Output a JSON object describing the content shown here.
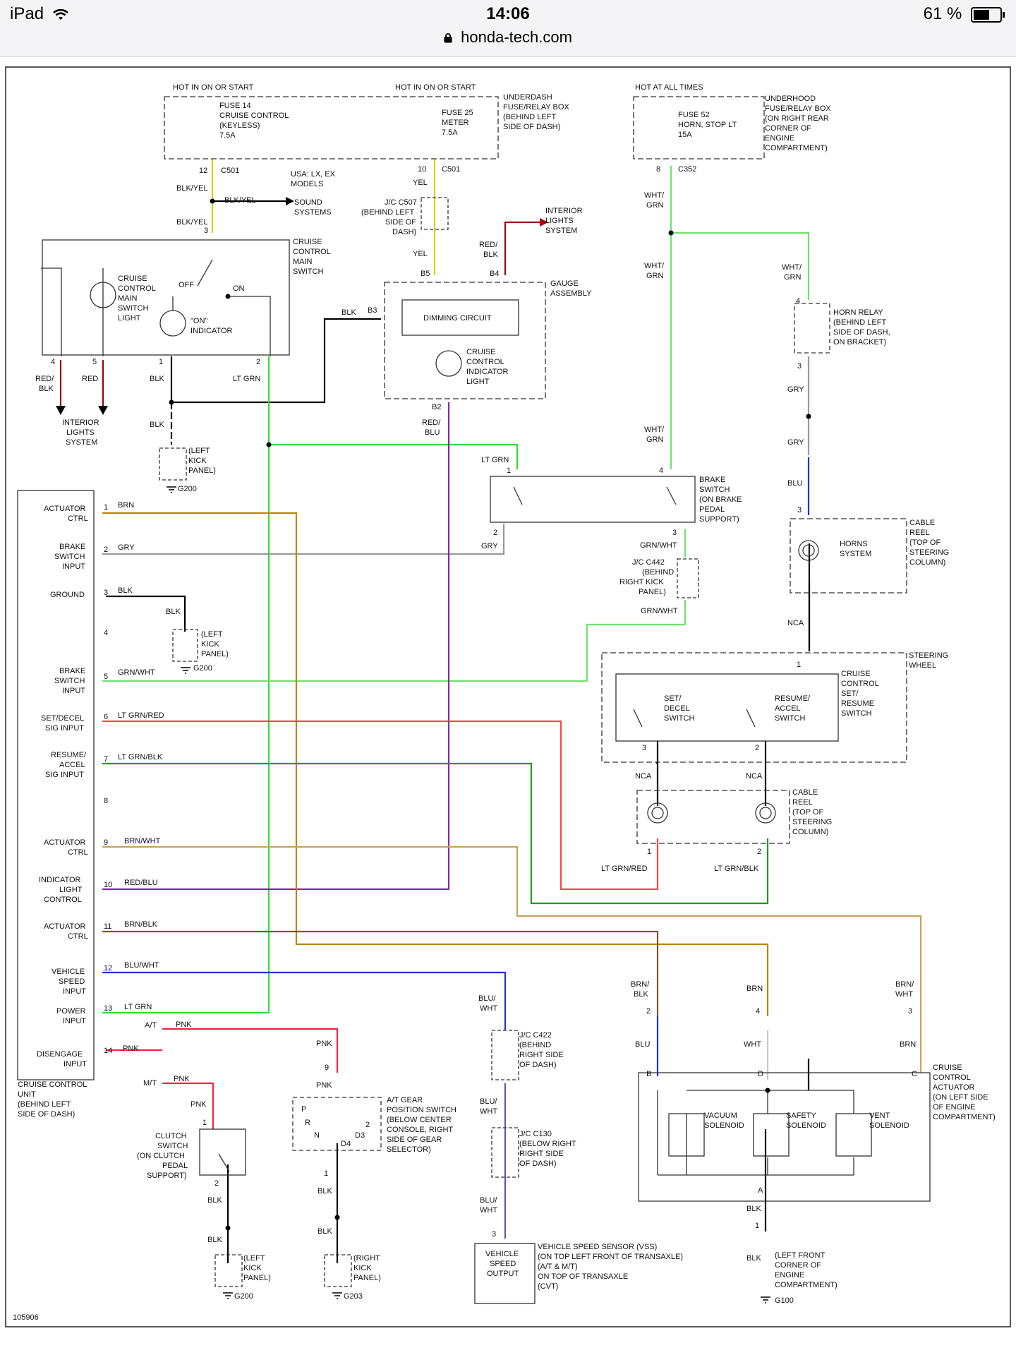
{
  "status_bar": {
    "device": "iPad",
    "time": "14:06",
    "url": "honda-tech.com",
    "battery": "61 %",
    "battery_level": 0.61
  },
  "diagram": {
    "figure_id": "105906",
    "hot_in_on_or_start": "HOT IN ON OR START",
    "hot_at_all_times": "HOT AT ALL TIMES",
    "fuse14": [
      "FUSE 14",
      "CRUISE CONTROL",
      "(KEYLESS)",
      "7.5A"
    ],
    "fuse25": [
      "FUSE 25",
      "METER",
      "7.5A"
    ],
    "underdash_box": [
      "UNDERDASH",
      "FUSE/RELAY BOX",
      "(BEHIND LEFT",
      "SIDE OF DASH)"
    ],
    "fuse52": [
      "FUSE 52",
      "HORN, STOP LT",
      "15A"
    ],
    "underhood_box": [
      "UNDERHOOD",
      "FUSE/RELAY BOX",
      "(ON RIGHT REAR",
      "CORNER OF",
      "ENGINE",
      "COMPARTMENT)"
    ],
    "pins": {
      "p12": "12",
      "p10": "10",
      "p8": "8",
      "p3": "3",
      "p4": "4",
      "p5": "5",
      "p1": "1",
      "p2": "2",
      "p6": "6",
      "p7": "7",
      "p9": "9",
      "p11": "11",
      "p13": "13",
      "p14": "14",
      "b3": "B3",
      "b4": "B4",
      "b5": "B5",
      "b2": "B2",
      "pa": "A",
      "pb": "B",
      "pc": "C",
      "pd": "D"
    },
    "connectors": {
      "c501": "C501",
      "c352": "C352",
      "g200": "G200",
      "g203": "G203",
      "g100": "G100",
      "usa_models": [
        "USA: LX, EX",
        "MODELS"
      ],
      "sound_systems": [
        "SOUND",
        "SYSTEMS"
      ],
      "interior_lights": [
        "INTERIOR",
        "LIGHTS",
        "SYSTEM"
      ],
      "jc_c507": [
        "J/C C507",
        "(BEHIND LEFT",
        "SIDE OF",
        "DASH)"
      ],
      "jc_c442": [
        "J/C C442",
        "(BEHIND",
        "RIGHT KICK",
        "PANEL)"
      ],
      "jc_c422": [
        "J/C C422",
        "(BEHIND",
        "RIGHT SIDE",
        "OF DASH)"
      ],
      "jc_c130": [
        "J/C C130",
        "(BELOW RIGHT",
        "RIGHT SIDE",
        "OF DASH)"
      ],
      "left_kick": [
        "(LEFT",
        "KICK",
        "PANEL)"
      ],
      "right_kick": [
        "(RIGHT",
        "KICK",
        "PANEL)"
      ],
      "left_front": [
        "(LEFT FRONT",
        "CORNER OF",
        "ENGINE",
        "COMPARTMENT)"
      ]
    },
    "main_switch": [
      "CRUISE",
      "CONTROL",
      "MAIN",
      "SWITCH"
    ],
    "main_switch_light": [
      "CRUISE",
      "CONTROL",
      "MAIN",
      "SWITCH",
      "LIGHT"
    ],
    "on_indicator": [
      "\"ON\"",
      "INDICATOR"
    ],
    "off_label": "OFF",
    "on_label": "ON",
    "gauge_assembly": [
      "GAUGE",
      "ASSEMBLY"
    ],
    "dimming_circuit": "DIMMING CIRCUIT",
    "cruise_indicator_light": [
      "CRUISE",
      "CONTROL",
      "INDICATOR",
      "LIGHT"
    ],
    "horn_relay": [
      "HORN RELAY",
      "(BEHIND LEFT",
      "SIDE OF DASH,",
      "ON BRACKET)"
    ],
    "brake_switch": [
      "BRAKE",
      "SWITCH",
      "(ON BRAKE",
      "PEDAL",
      "SUPPORT)"
    ],
    "cable_reel_top": [
      "CABLE",
      "REEL",
      "(TOP OF",
      "STEERING",
      "COLUMN)"
    ],
    "horns_system": [
      "HORNS",
      "SYSTEM"
    ],
    "steering_wheel": [
      "STEERING",
      "WHEEL"
    ],
    "set_resume_switch": [
      "CRUISE",
      "CONTROL",
      "SET/",
      "RESUME",
      "SWITCH"
    ],
    "set_decel_switch": [
      "SET/",
      "DECEL",
      "SWITCH"
    ],
    "resume_accel_switch": [
      "RESUME/",
      "ACCEL",
      "SWITCH"
    ],
    "cable_reel_bottom": [
      "CABLE",
      "REEL",
      "(TOP OF",
      "STEERING",
      "COLUMN)"
    ],
    "ccu_pins": [
      [
        "ACTUATOR",
        "CTRL"
      ],
      [
        "BRAKE",
        "SWITCH",
        "INPUT"
      ],
      [
        "GROUND"
      ],
      [],
      [
        "BRAKE",
        "SWITCH",
        "INPUT"
      ],
      [
        "SET/DECEL",
        "SIG INPUT"
      ],
      [
        "RESUME/",
        "ACCEL",
        "SIG INPUT"
      ],
      [],
      [
        "ACTUATOR",
        "CTRL"
      ],
      [
        "INDICATOR",
        "LIGHT",
        "CONTROL"
      ],
      [
        "ACTUATOR",
        "CTRL"
      ],
      [
        "VEHICLE",
        "SPEED",
        "INPUT"
      ],
      [
        "POWER",
        "INPUT"
      ],
      [
        "DISENGAGE",
        "INPUT"
      ]
    ],
    "ccu_name": [
      "CRUISE CONTROL",
      "UNIT",
      "(BEHIND LEFT",
      "SIDE OF DASH)"
    ],
    "clutch_switch": [
      "CLUTCH",
      "SWITCH",
      "(ON CLUTCH",
      "PEDAL",
      "SUPPORT)"
    ],
    "at_gear_switch": [
      "A/T GEAR",
      "POSITION SWITCH",
      "(BELOW CENTER",
      "CONSOLE, RIGHT",
      "SIDE OF GEAR",
      "SELECTOR)"
    ],
    "gear_labels": {
      "p": "P",
      "r": "R",
      "n": "N",
      "d4": "D4",
      "d3": "D3"
    },
    "vss_box": [
      "VEHICLE",
      "SPEED",
      "OUTPUT"
    ],
    "vss_desc": [
      "VEHICLE SPEED SENSOR (VSS)",
      "(ON TOP LEFT FRONT OF TRANSAXLE)",
      "(A/T & M/T)",
      "ON TOP OF TRANSAXLE",
      "(CVT)"
    ],
    "actuator": [
      "CRUISE",
      "CONTROL",
      "ACTUATOR",
      "(ON LEFT SIDE",
      "OF ENGINE",
      "COMPARTMENT)"
    ],
    "vacuum_solenoid": [
      "VACUUM",
      "SOLENOID"
    ],
    "safety_solenoid": [
      "SAFETY",
      "SOLENOID"
    ],
    "vent_solenoid": [
      "VENT",
      "SOLENOID"
    ],
    "at_label": "A/T",
    "mt_label": "M/T",
    "wires": {
      "blk_yel": "BLK/YEL",
      "yel": "YEL",
      "red_blk": "RED/BLK",
      "red_blk2": "RED/",
      "blk": "BLK",
      "red": "RED",
      "wht_grn1": "WHT/",
      "wht_grn2": "GRN",
      "gry": "GRY",
      "blu": "BLU",
      "lt_grn": "LT GRN",
      "red_blu1": "RED/",
      "red_blu2": "BLU",
      "grn_wht": "GRN/WHT",
      "nca": "NCA",
      "brn": "BRN",
      "lt_grn_red": "LT GRN/RED",
      "lt_grn_blk": "LT GRN/BLK",
      "brn_wht": "BRN/WHT",
      "red_blu": "RED/BLU",
      "brn_blk": "BRN/BLK",
      "blu_wht": "BLU/WHT",
      "pnk": "PNK",
      "blu_wht1": "BLU/",
      "blu_wht2": "WHT",
      "brn_blk1": "BRN/",
      "brn_blk2": "BLK",
      "brn_wht1": "BRN/",
      "brn_wht2": "WHT",
      "wht": "WHT"
    }
  }
}
